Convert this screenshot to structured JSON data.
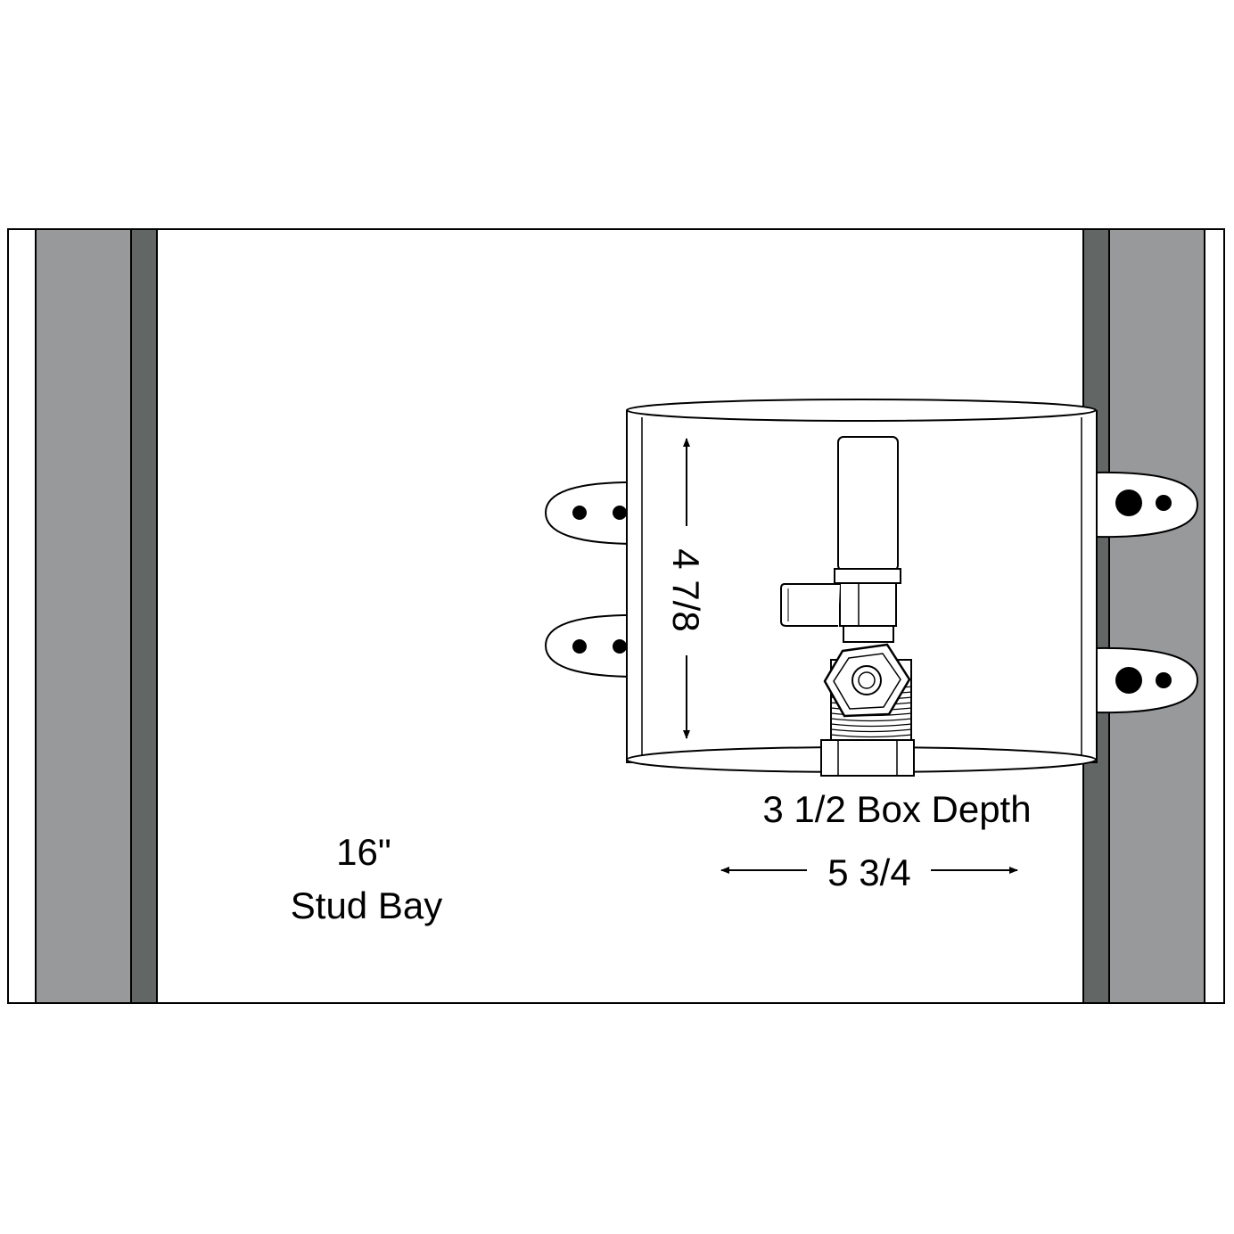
{
  "labels": {
    "bay_width": "16\"",
    "bay_name": "Stud Bay",
    "box_depth": "3 1/2 Box Depth",
    "box_width": "5 3/4",
    "box_height": "4 7/8"
  },
  "colors": {
    "stud_light": "#98999b",
    "stud_dark": "#626664",
    "outline": "#000000",
    "background": "#ffffff"
  }
}
